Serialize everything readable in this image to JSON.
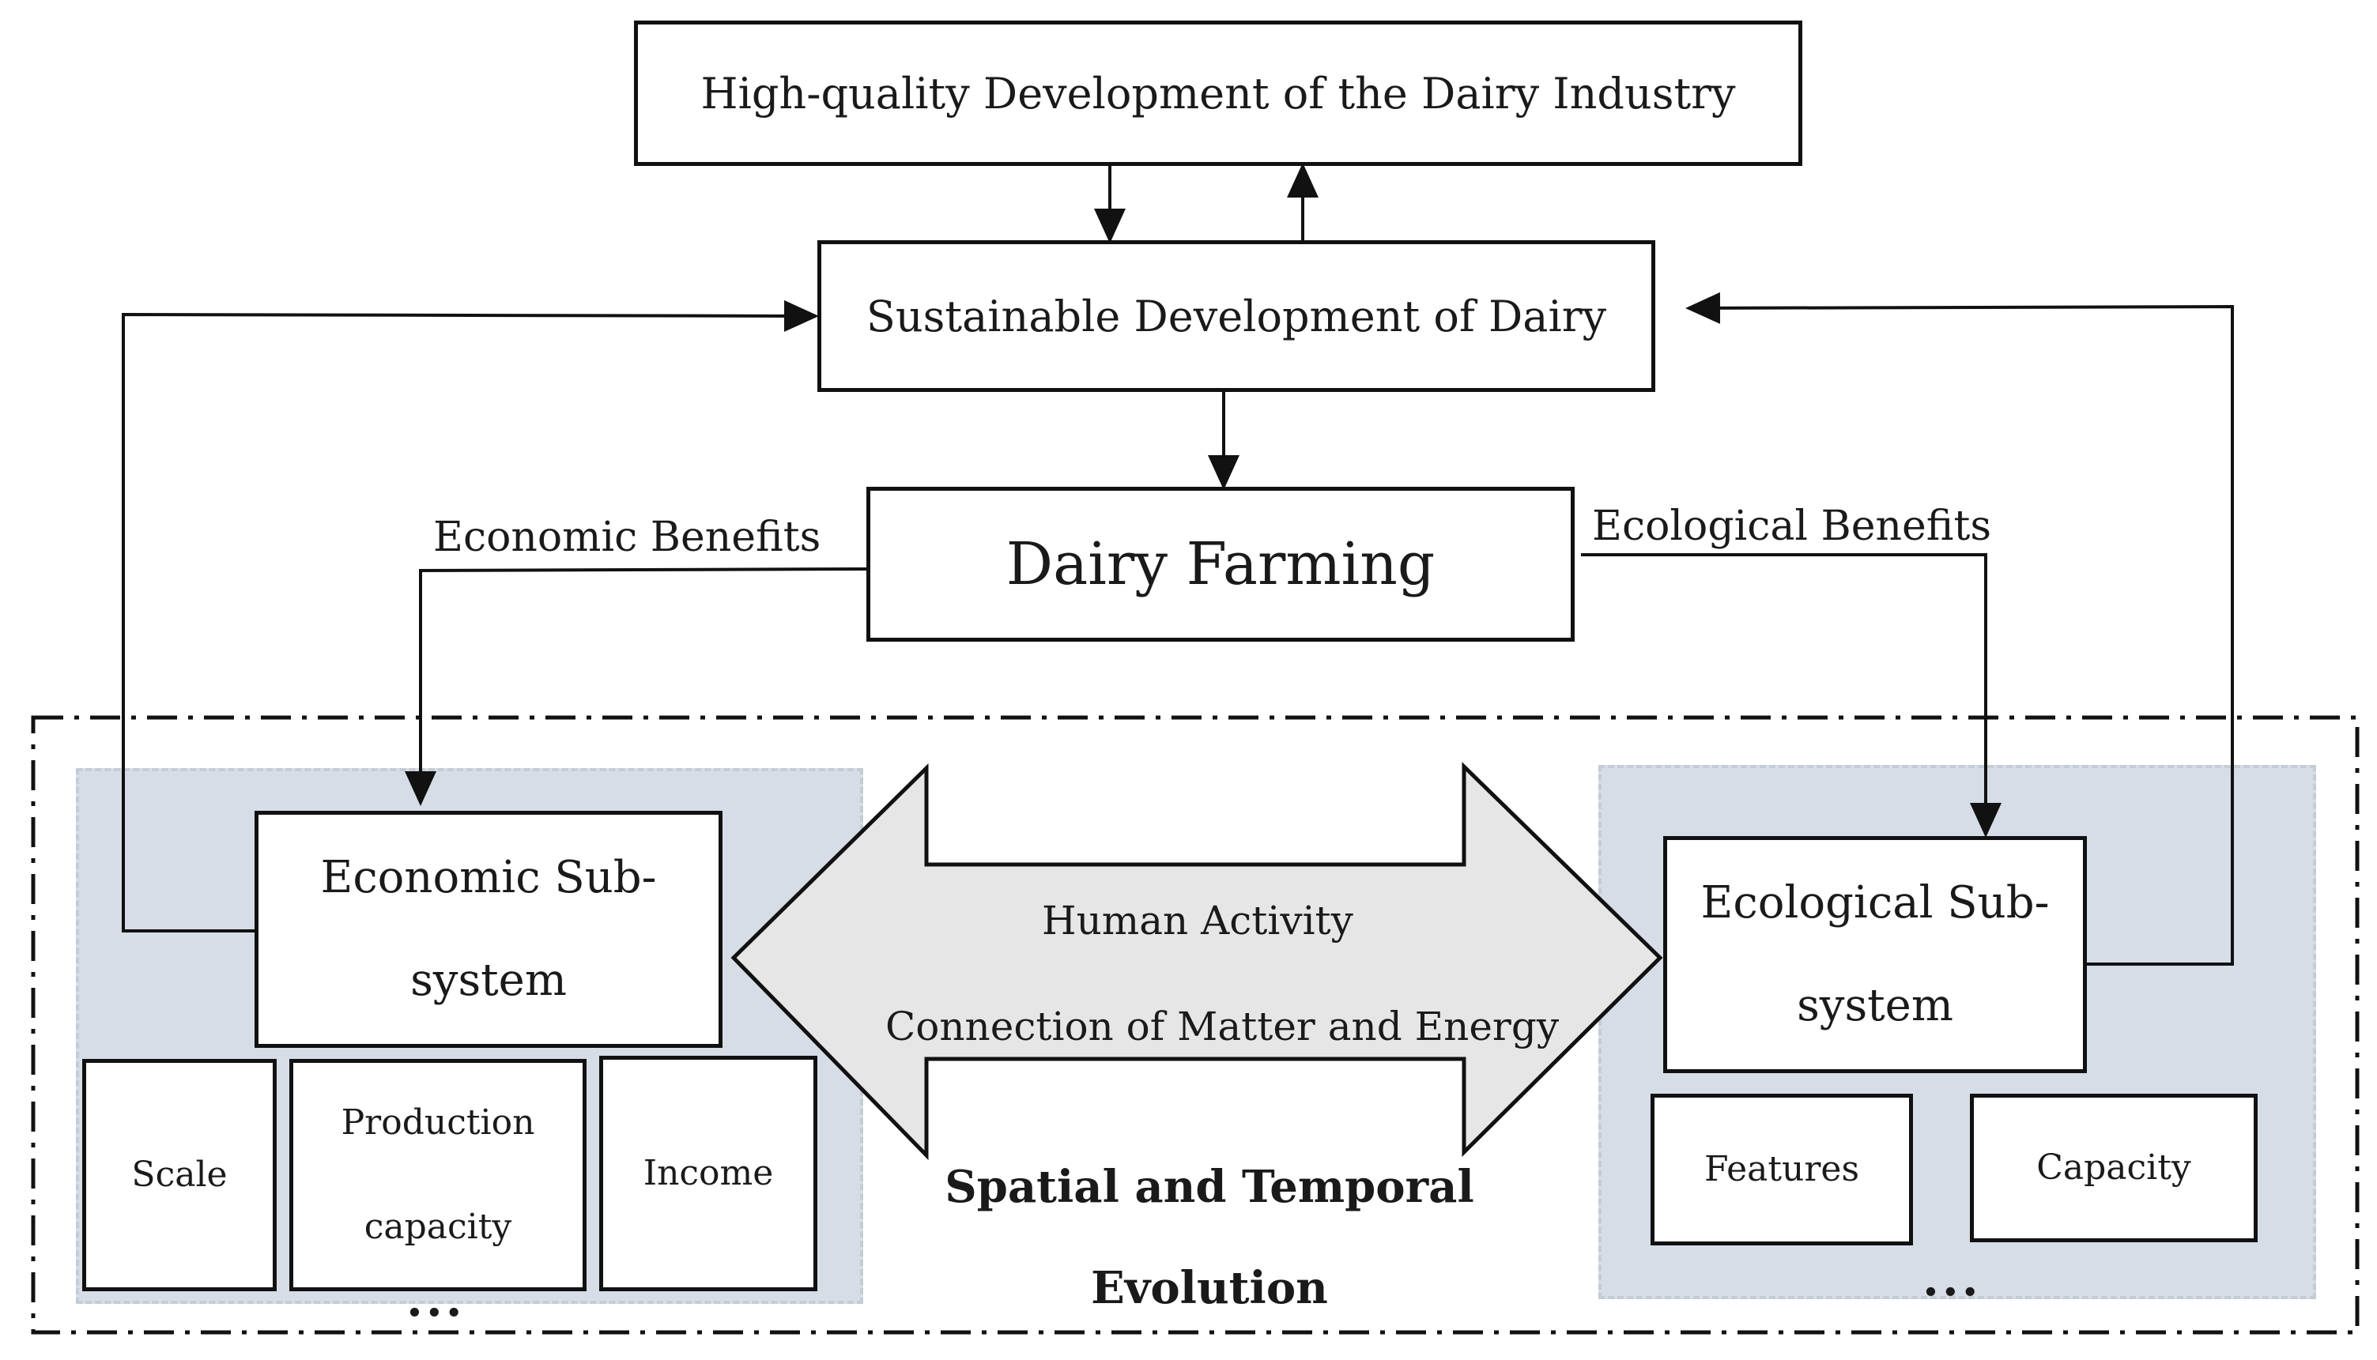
{
  "top_box": {
    "label": "High-quality Development of the Dairy Industry"
  },
  "sustainable_box": {
    "label": "Sustainable Development of Dairy"
  },
  "farming_box": {
    "label": "Dairy Farming"
  },
  "edges": {
    "economic_benefits": "Economic Benefits",
    "ecological_benefits": "Ecological Benefits"
  },
  "economic_subsystem": {
    "line1": "Economic Sub-",
    "line2": "system",
    "items": {
      "scale": "Scale",
      "production_1": "Production",
      "production_2": "capacity",
      "income": "Income"
    },
    "ellipsis": "..."
  },
  "ecological_subsystem": {
    "line1": "Ecological Sub-",
    "line2": "system",
    "items": {
      "features": "Features",
      "capacity": "Capacity"
    },
    "ellipsis": "..."
  },
  "double_arrow": {
    "line1": "Human Activity",
    "line2": "Connection of Matter and Energy"
  },
  "evolution": {
    "line1": "Spatial and Temporal",
    "line2": "Evolution"
  },
  "colors": {
    "panel": "#d6dde7",
    "arrow_fill": "#e6e6e6",
    "stroke": "#111111"
  }
}
